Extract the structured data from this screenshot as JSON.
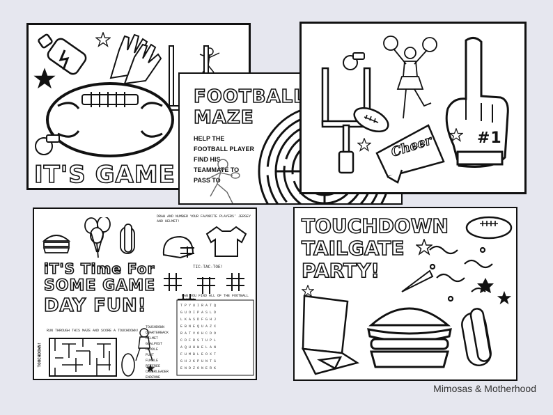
{
  "sheets": {
    "game_time": {
      "title": "IT'S GAME TIME"
    },
    "maze": {
      "title_line1": "FOOTBALL",
      "title_line2": "MAZE",
      "instructions": "HELP THE FOOTBALL PLAYER FIND HIS TEAMMATE TO PASS TO"
    },
    "cheer": {
      "megaphone_text": "Cheer",
      "finger_text": "#1"
    },
    "game_day": {
      "title_line1": "iT'S Time For",
      "title_line2": "SOME GAME",
      "title_line3": "DAY FUN!",
      "jersey_prompt": "DRAW AND NUMBER YOUR FAVORITE PLAYERS' JERSEY AND HELMET!",
      "tictactoe_label": "TIC-TAC-TOE!",
      "wordsearch_prompt": "CAN YOU FIND ALL OF THE FOOTBALL WORDS?",
      "maze_prompt": "RUN THROUGH THIS MAZE AND SCORE A TOUCHDOWN!",
      "touchdown_vertical": "TOUCHDOWN!",
      "word_list": [
        "TOUCHDOWN",
        "QUARTERBACK",
        "HELMET",
        "GOALPOST",
        "HUDDLE",
        "PUNT",
        "FUMBLE",
        "REFEREE",
        "CHEERLEADER",
        "ENDZONE"
      ]
    },
    "tailgate": {
      "title_line1": "TOUCHDOWN",
      "title_line2": "TAILGATE",
      "title_line3": "PARTY!"
    }
  },
  "footer": {
    "brand": "Mimosas & Motherhood"
  }
}
